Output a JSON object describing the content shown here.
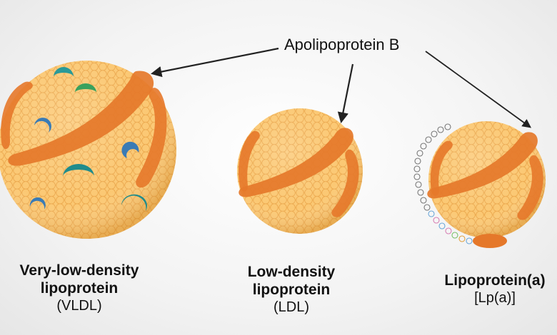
{
  "apob_label": "Apolipoprotein B",
  "particles": {
    "vldl": {
      "name_line1": "Very-low-density",
      "name_line2": "lipoprotein",
      "abbr": "(VLDL)"
    },
    "ldl": {
      "name_line1": "Low-density",
      "name_line2": "lipoprotein",
      "abbr": "(LDL)"
    },
    "lpa": {
      "name_line1": "Lipoprotein(a)",
      "abbr": "[Lp(a)]"
    }
  },
  "colors": {
    "lipid": "#f7bc5e",
    "lipid_edge": "#e9a544",
    "apob": "#e5782a",
    "teal": "#1f8c8c",
    "green": "#3aa15d",
    "blue": "#3a7bb5",
    "arrow": "#222222"
  }
}
